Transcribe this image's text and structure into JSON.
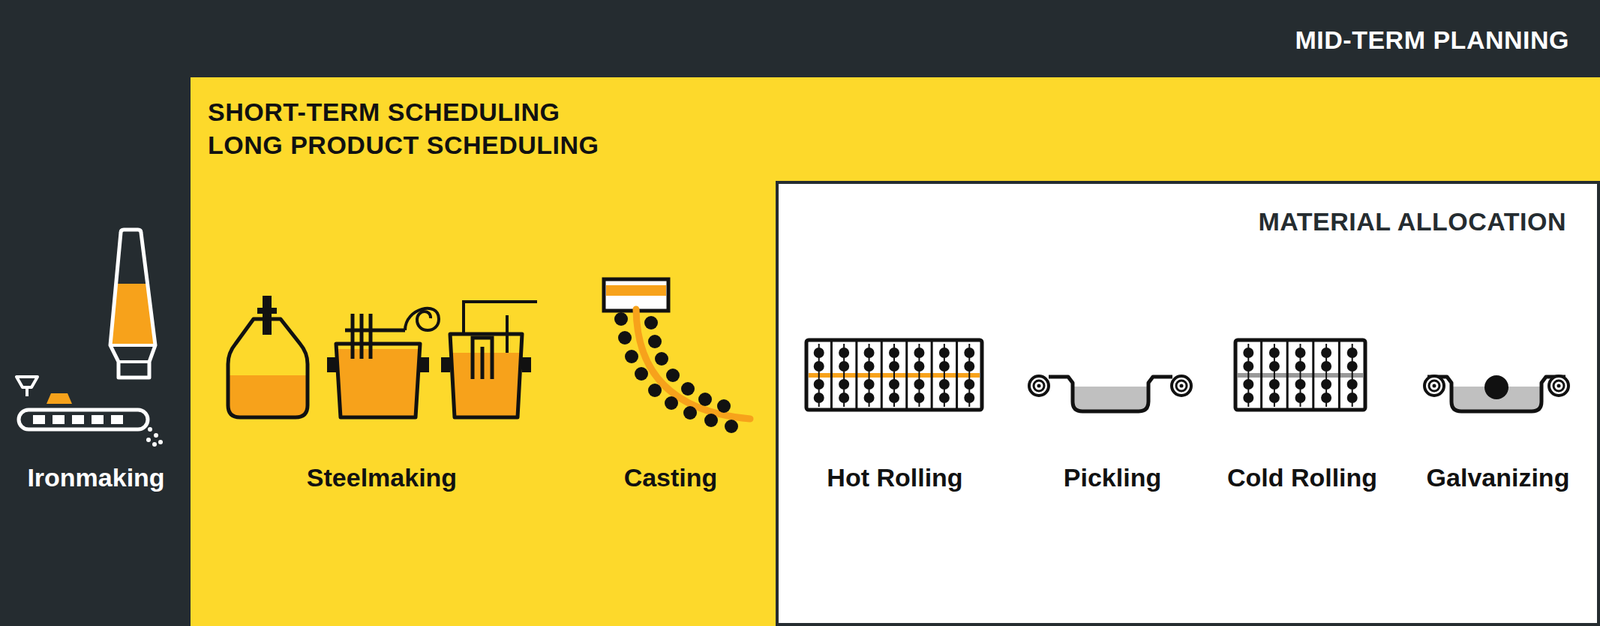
{
  "diagram": {
    "nodes": [
      {
        "text": [
          "MID-TERM PLANNING"
        ]
      },
      {
        "text": [
          "SHORT-TERM SCHEDULING",
          "LONG PRODUCT SCHEDULING"
        ],
        "in": 0
      },
      {
        "text": [
          "MATERIAL ALLOCATION"
        ],
        "in": 1
      }
    ],
    "labels": [
      "Ironmaking",
      "Steelmaking",
      "Casting",
      "Hot Rolling",
      "Pickling",
      "Cold Rolling",
      "Galvanizing"
    ]
  }
}
